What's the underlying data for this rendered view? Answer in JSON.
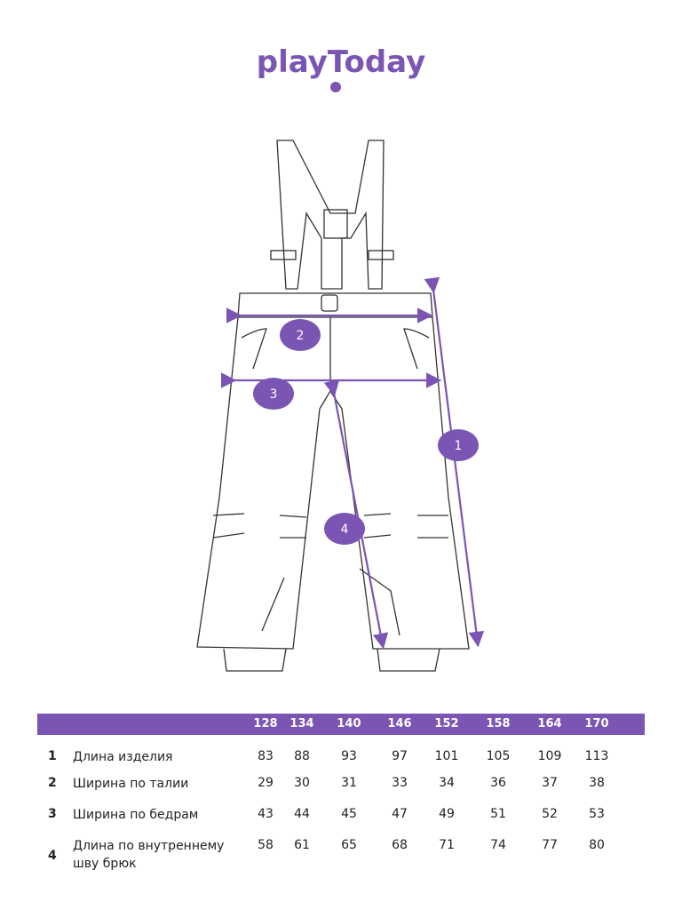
{
  "brand": {
    "logo_text": "playToday",
    "accent_color": "#7a55b3"
  },
  "diagram": {
    "markers": [
      "1",
      "2",
      "3",
      "4"
    ]
  },
  "size_table": {
    "sizes": [
      "128",
      "134",
      "140",
      "146",
      "152",
      "158",
      "164",
      "170"
    ],
    "rows": [
      {
        "num": "1",
        "label": "Длина изделия",
        "values": [
          "83",
          "88",
          "93",
          "97",
          "101",
          "105",
          "109",
          "113"
        ]
      },
      {
        "num": "2",
        "label": "Ширина по талии",
        "values": [
          "29",
          "30",
          "31",
          "33",
          "34",
          "36",
          "37",
          "38"
        ]
      },
      {
        "num": "3",
        "label": "Ширина по бедрам",
        "values": [
          "43",
          "44",
          "45",
          "47",
          "49",
          "51",
          "52",
          "53"
        ]
      },
      {
        "num": "4",
        "label": "Длина по внутреннему шву брюк",
        "values": [
          "58",
          "61",
          "65",
          "68",
          "71",
          "74",
          "77",
          "80"
        ]
      }
    ]
  }
}
